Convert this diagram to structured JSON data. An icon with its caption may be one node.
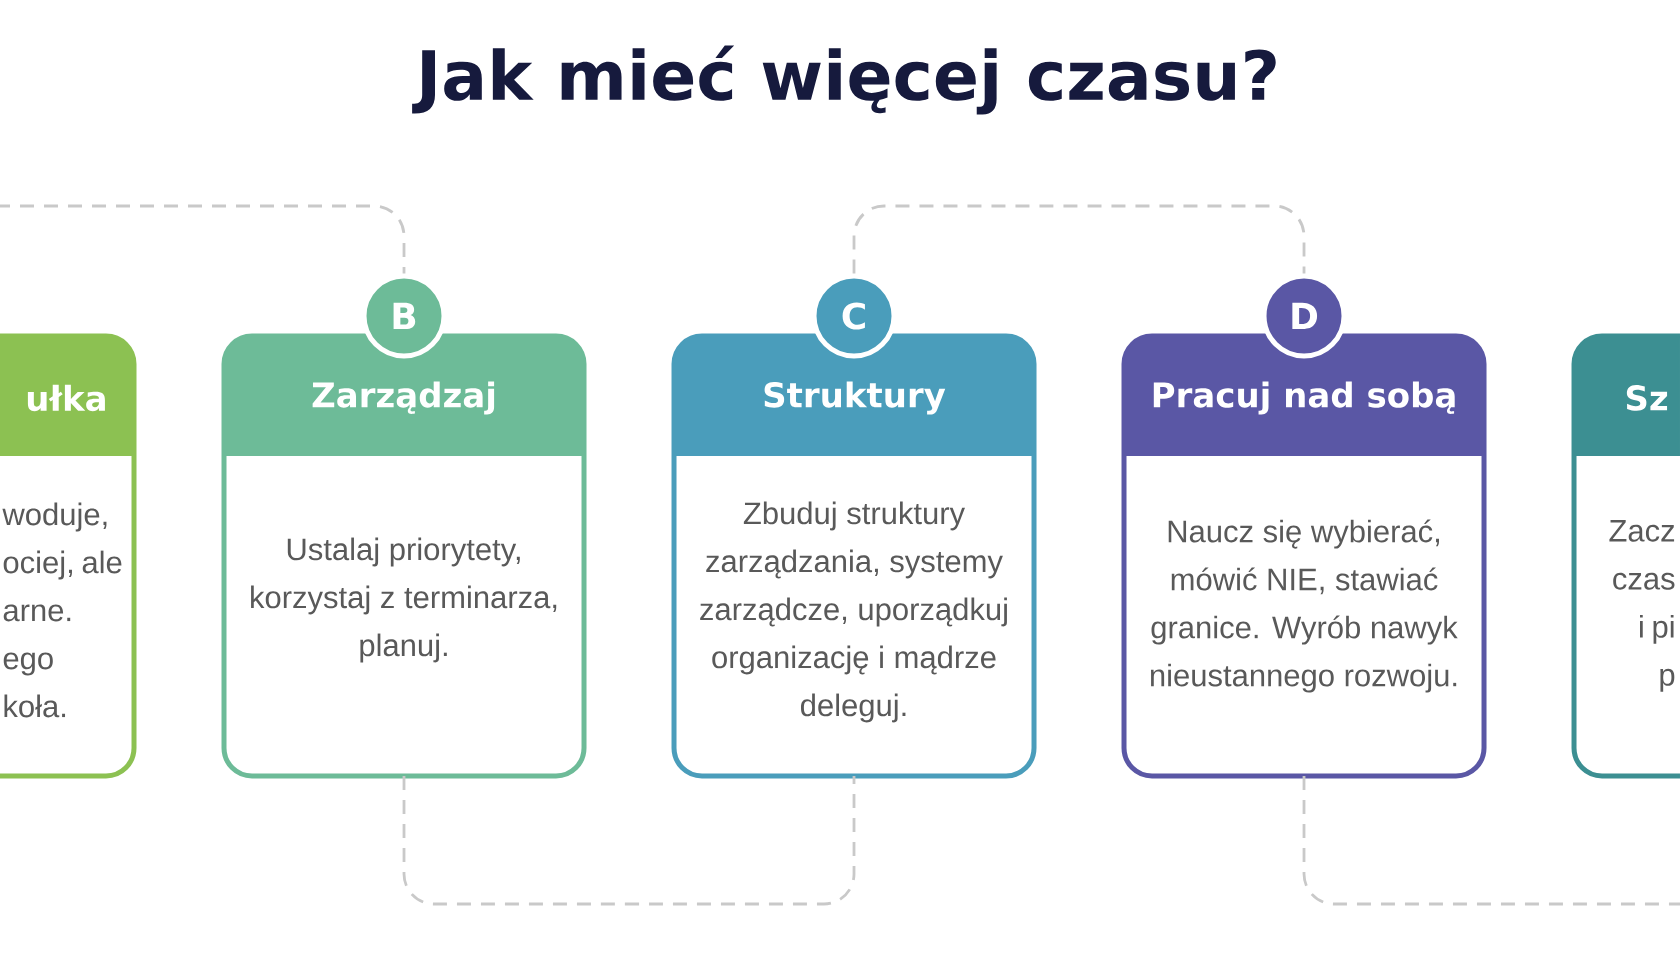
{
  "diagram": {
    "title": "Jak mieć więcej czasu?",
    "nodes": [
      {
        "text": [
          "ułka",
          "woduje, ociej, ale arne. ego koła."
        ]
      },
      {
        "text": [
          "B"
        ]
      },
      {
        "text": [
          "Zarządzaj",
          "Ustalaj priorytety, korzystaj z terminarza, planuj."
        ]
      },
      {
        "text": [
          "C"
        ]
      },
      {
        "text": [
          "Struktury",
          "Zbuduj struktury zarządzania, systemy zarządcze, uporządkuj organizację i mądrze deleguj."
        ]
      },
      {
        "text": [
          "D"
        ]
      },
      {
        "text": [
          "Pracuj nad sobą",
          "Naucz się wybierać, mówić NIE, stawiać granice. Wyrób nawyk nieustannego rozwoju."
        ]
      },
      {
        "text": [
          "Sz",
          "Zacz czas i pi p"
        ]
      }
    ],
    "edges": [
      {
        "from": null,
        "to": 1,
        "arrow": "none",
        "style": "dashed"
      },
      {
        "from": 2,
        "to": 4,
        "arrow": "none",
        "style": "dashed"
      },
      {
        "from": 3,
        "to": 5,
        "arrow": "none",
        "style": "dashed"
      },
      {
        "from": 6,
        "to": null,
        "arrow": "none",
        "style": "dashed"
      }
    ]
  }
}
